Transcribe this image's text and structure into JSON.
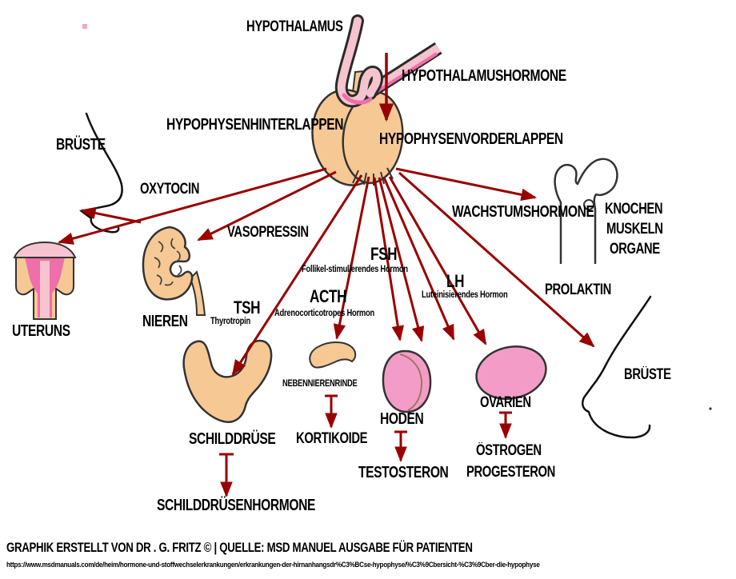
{
  "labels": {
    "hypothalamus": "HYPOTHALAMUS",
    "hypothalamushormone": "HYPOTHALAMUSHORMONE",
    "hypophysenhinterlappen": "HYPOPHYSENHINTERLAPPEN",
    "hypophysenvorderlappen": "HYPOPHYSENVORDERLAPPEN",
    "brueste_left": "BRÜSTE",
    "oxytocin": "OXYTOCIN",
    "vasopressin": "VASOPRESSIN",
    "wachstumshormone": "WACHSTUMSHORMONE",
    "knochen": "KNOCHEN",
    "muskeln": "MUSKELN",
    "organe": "ORGANE",
    "fsh": "FSH",
    "fsh_sub": "Follikel-stimulierendes Hormon",
    "lh": "LH",
    "lh_sub": "Luteinisierendes Hormon",
    "acth": "ACTH",
    "acth_sub": "Adrenocorticotropes Hormon",
    "tsh": "TSH",
    "tsh_sub": "Thyrotropin",
    "prolaktin": "PROLAKTIN",
    "nieren": "NIEREN",
    "uterus": "UTERUNS",
    "brueste_right": "BRÜSTE",
    "nebennierenrinde": "NEBENNIERENRINDE",
    "hoden": "HODEN",
    "ovarien": "OVARIEN",
    "schilddruese": "SCHILDDRÜSE",
    "kortikoide": "KORTIKOIDE",
    "oestrogen": "ÖSTROGEN",
    "testosteron": "TESTOSTERON",
    "progesteron": "PROGESTERON",
    "schilddruesenhormone": "SCHILDDRÜSENHORMONE"
  },
  "footer": {
    "credit": "GRAPHIK ERSTELLT VON DR . G. FRITZ © | QUELLE: MSD MANUEL AUSGABE FÜR PATIENTEN",
    "url": "https://www.msdmanuals.com/de/heim/hormone-und-stoffwechselerkrankungen/erkrankungen-der-hirnanhangsdr%C3%BCse-hypophyse/%C3%9Cbersicht-%C3%9Cber-die-hypophyse"
  },
  "colors": {
    "arrow": "#990000",
    "organ_tan": "#F6C894",
    "organ_pink": "#F49CC8",
    "pale_pink": "#F5C4CE",
    "hot_pink": "#EE6FA9",
    "outline": "#333333",
    "text": "#000000"
  }
}
